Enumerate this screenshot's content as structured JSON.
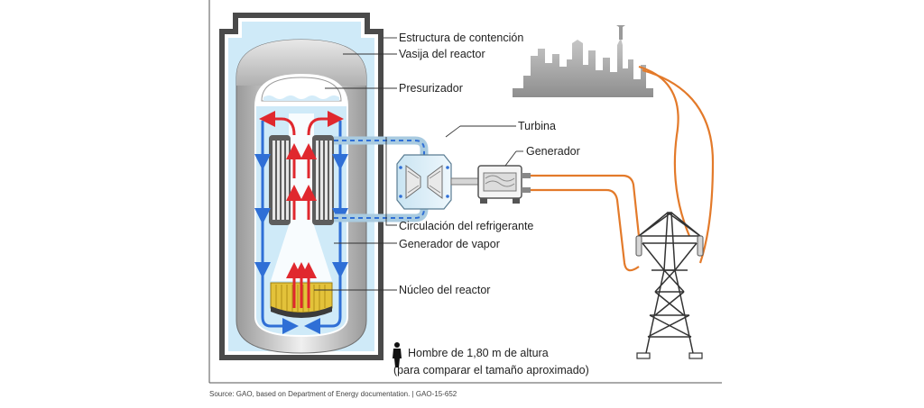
{
  "labels": {
    "containment": "Estructura de contención",
    "vessel": "Vasija del reactor",
    "pressurizer": "Presurizador",
    "turbine": "Turbina",
    "generator": "Generador",
    "coolant_circulation": "Circulación del refrigerante",
    "steam_generator": "Generador de vapor",
    "core": "Núcleo del reactor",
    "human_scale_line1": "Hombre de 1,80 m de altura",
    "human_scale_line2": "(para comparar el tamaño aproximado)"
  },
  "source": "Source: GAO, based on Department of Energy documentation.  |  GAO-15-652",
  "colors": {
    "hot_flow": "#e0282e",
    "cool_flow": "#2f6fd6",
    "water": "#cfeaf8",
    "power_line": "#e37a2a",
    "structure_gray": "#8a8a8a",
    "core_yellow": "#e3c23a"
  }
}
